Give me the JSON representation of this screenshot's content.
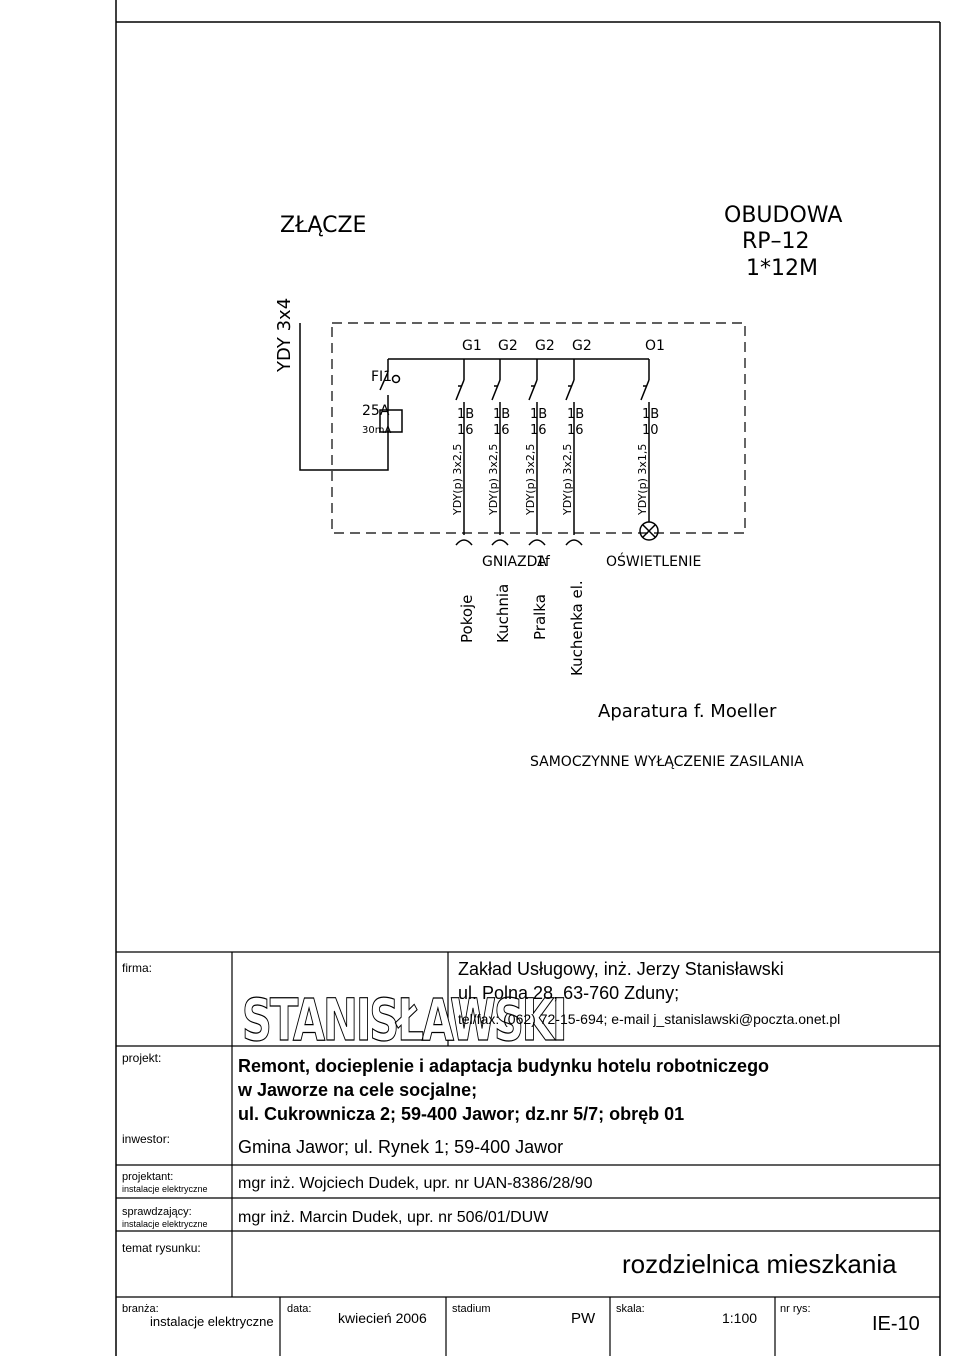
{
  "diagram": {
    "zlacze": "ZŁĄCZE",
    "obudowa": [
      "OBUDOWA",
      "RP–12",
      "1*12M"
    ],
    "supply_cable": "YDY 3x4",
    "fi": "FI1",
    "fi_rating": "25A",
    "fi_current": "30mA",
    "groups": [
      {
        "label": "G1",
        "breaker": [
          "1B",
          "16"
        ],
        "cable": "YDY(p) 3x2,5",
        "circuit": "Pokoje"
      },
      {
        "label": "G2",
        "breaker": [
          "1B",
          "16"
        ],
        "cable": "YDY(p) 3x2,5",
        "circuit": "Kuchnia"
      },
      {
        "label": "G2",
        "breaker": [
          "1B",
          "16"
        ],
        "cable": "YDY(p) 3x2,5",
        "circuit": "Pralka"
      },
      {
        "label": "G2",
        "breaker": [
          "1B",
          "16"
        ],
        "cable": "YDY(p) 3x2,5",
        "circuit": "Kuchenka el."
      },
      {
        "label": "O1",
        "breaker": [
          "1B",
          "10"
        ],
        "cable": "YDY(p) 3x1,5",
        "circuit": ""
      }
    ],
    "gniazda": "GNIAZDA",
    "gniazda_phase": "1f",
    "oswietlenie": "OŚWIETLENIE",
    "aparatura": "Aparatura f. Moeller",
    "samoczynne": "SAMOCZYNNE WYŁĄCZENIE ZASILANIA"
  },
  "titleblock": {
    "firma_label": "firma:",
    "logo_text": "STANISŁAWSKI",
    "company_line1": "Zakład Usługowy, inż. Jerzy Stanisławski",
    "company_line2": "ul. Polna 28, 63-760 Zduny;",
    "company_line3": "tel/fax: (062) 72-15-694; e-mail j_stanislawski@poczta.onet.pl",
    "projekt_label": "projekt:",
    "projekt_line1": "Remont, docieplenie i adaptacja budynku hotelu robotniczego",
    "projekt_line2": "w Jaworze na cele socjalne;",
    "projekt_line3": "ul. Cukrownicza 2; 59-400 Jawor; dz.nr 5/7; obręb 01",
    "inwestor_label": "inwestor:",
    "inwestor_value": "Gmina Jawor; ul. Rynek 1; 59-400 Jawor",
    "projektant_label": "projektant:",
    "projektant_sub": "instalacje elektryczne",
    "projektant_value": "mgr inż. Wojciech Dudek, upr. nr UAN-8386/28/90",
    "sprawdzajacy_label": "sprawdzający:",
    "sprawdzajacy_sub": "instalacje elektryczne",
    "sprawdzajacy_value": "mgr inż. Marcin Dudek, upr. nr 506/01/DUW",
    "temat_label": "temat rysunku:",
    "temat_value": "rozdzielnica mieszkania",
    "branza_label": "branża:",
    "branza_value": "instalacje elektryczne",
    "data_label": "data:",
    "data_value": "kwiecień 2006",
    "stadium_label": "stadium",
    "stadium_value": "PW",
    "skala_label": "skala:",
    "skala_value": "1:100",
    "nr_rys_label": "nr rys:",
    "nr_rys_value": "IE-10"
  }
}
